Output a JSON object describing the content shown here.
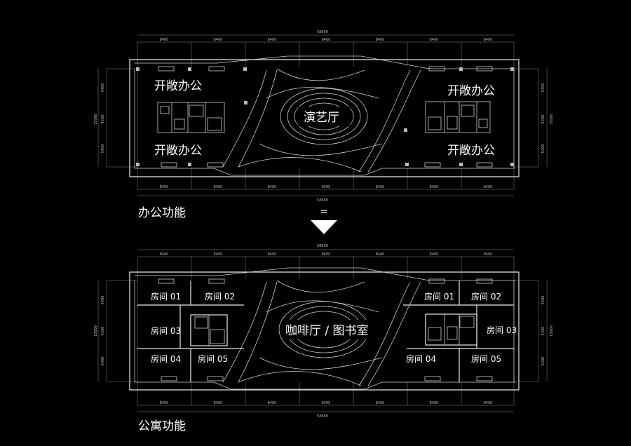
{
  "office": {
    "caption": "办公功能",
    "total_dim": "58800",
    "bay_dim": "8400",
    "side_dims": [
      "5400",
      "4200",
      "5400"
    ],
    "side_total": "15000",
    "rooms": [
      "开敞办公",
      "开敞办公",
      "开敞办公",
      "开敞办公"
    ],
    "center": "演艺厅"
  },
  "arrow": {
    "symbol": "="
  },
  "apartment": {
    "caption": "公寓功能",
    "total_dim": "58800",
    "bay_dim": "8400",
    "side_dims": [
      "5400",
      "4200",
      "5400"
    ],
    "side_total": "15000",
    "rooms_left": [
      "房间 01",
      "房间 02",
      "房间 03",
      "房间 04",
      "房间 05"
    ],
    "rooms_right": [
      "房间 01",
      "房间 02",
      "房间 03",
      "房间 04",
      "房间 05"
    ],
    "center": "咖啡厅 / 图书室"
  },
  "colors": {
    "background": "#000000",
    "lines": "#cfcfcf",
    "text": "#ffffff"
  }
}
